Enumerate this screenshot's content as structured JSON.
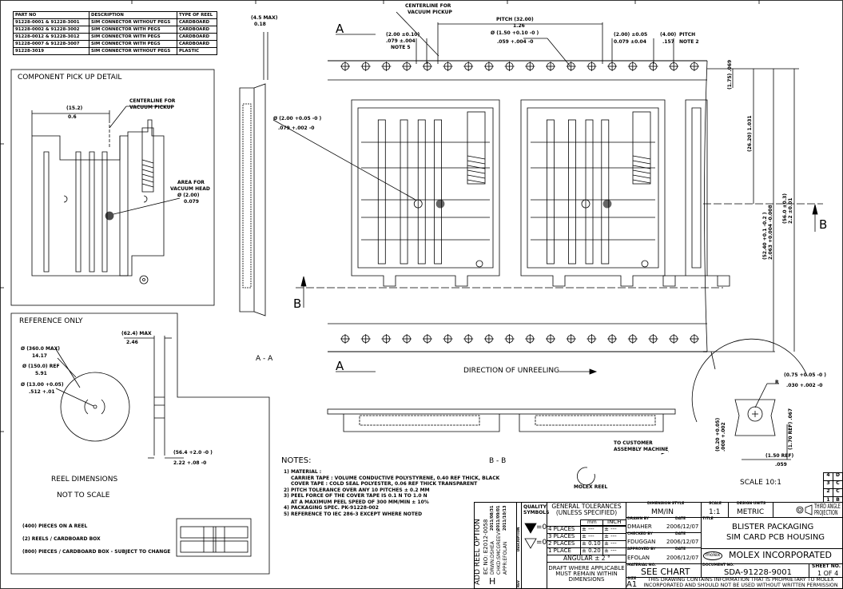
{
  "parts_table": {
    "headers": [
      "PART NO",
      "DESCRIPTION",
      "TYPE OF REEL"
    ],
    "rows": [
      [
        "91228-0001 & 91228-3001",
        "SIM CONNECTOR WITHOUT PEGS",
        "CARDBOARD"
      ],
      [
        "91228-0002 & 91228-3002",
        "SIM CONNECTOR WITH PEGS",
        "CARDBOARD"
      ],
      [
        "91228-0012 & 91228-3012",
        "SIM CONNECTOR WITH PEGS",
        "CARDBOARD"
      ],
      [
        "91228-0007 & 91228-3007",
        "SIM CONNECTOR WITH PEGS",
        "CARDBOARD"
      ],
      [
        "91228-3019",
        "SIM CONNECTOR WITHOUT PEGS",
        "PLASTIC"
      ]
    ]
  },
  "pickup_detail": {
    "title": "COMPONENT PICK UP DETAIL",
    "width_mm": "(15.2)",
    "width_in": "0.6",
    "centerline_1": "CENTERLINE FOR",
    "centerline_2": "VACUUM PICKUP",
    "area_1": "AREA FOR",
    "area_2": "VACUUM HEAD",
    "area_mm": "Ø (2.00)",
    "area_in": "0.079"
  },
  "reel": {
    "title": "REFERENCE ONLY",
    "d1_mm": "Ø (360.0 MAX)",
    "d1_in": "14.17",
    "d2_mm": "Ø (150.0) REF",
    "d2_in": "5.91",
    "d3_mm": "Ø (13.00 +0.05)",
    "d3_in": ".512 +.01",
    "w1_mm": "(62.4) MAX",
    "w1_in": "2.46",
    "w2_mm": "(56.4 +2.0 -0 )",
    "w2_in": "2.22 +.08 -0",
    "label_1": "REEL DIMENSIONS",
    "label_2": "NOT TO SCALE",
    "qty_1": "(400) PIECES ON A REEL",
    "qty_2": "(2) REELS / CARDBOARD BOX",
    "qty_3": "(800) PIECES / CARDBOARD BOX - SUBJECT TO CHANGE"
  },
  "main_view": {
    "centerline_1": "CENTERLINE FOR",
    "centerline_2": "VACUUM PICKUP",
    "pitch": "PITCH (32.00)",
    "pitch_in": "1.26",
    "hole_mm": "Ø (1.50 +0.10 -0 )",
    "hole_in": ".059 +.004 -0",
    "dim_left_mm": "(2.00 ±0.10)",
    "dim_left_in": ".079 ±.004",
    "dim_left_note": "NOTE 5",
    "dim_r1_mm": "(2.00) ±0.05",
    "dim_r1_in": "0.079 ±0.04",
    "dim_r2_mm": "(4.00)",
    "dim_r2_in": ".157",
    "dim_r2_label": "PITCH",
    "dim_r2_note": "NOTE 2",
    "side_max_mm": "(4.5 MAX)",
    "side_max_in": "0.18",
    "pocket_hole_mm": "Ø (2.00 +0.05 -0 )",
    "pocket_hole_in": ".079 +.002 -0",
    "v1_mm": "(1.75)",
    "v1_in": ".069",
    "v2_mm": "(26.20)",
    "v2_in": "1.031",
    "v3_mm": "(52.40 +0.1 -0.2 )",
    "v3_in": "2.063 +0.004 -0.008",
    "v4_mm": "(56.0 ±0.3)",
    "v4_in": "2.2 ±0.01",
    "section_a": "A",
    "section_b": "B",
    "view_aa": "A - A",
    "view_bb": "B - B",
    "direction": "DIRECTION OF UNREELING",
    "to_customer_1": "TO CUSTOMER",
    "to_customer_2": "ASSEMBLY MACHINE",
    "molex_reel": "MOLEX REEL"
  },
  "detail": {
    "radius_label": "R",
    "radius_mm": "(0.75 +0.05 -0 )",
    "radius_in": ".030 +.002 -0",
    "h_mm": "(0.20 +0.05)",
    "h_in": ".008 +.002",
    "ref_h_mm": "(1.70 REF)",
    "ref_h_in": ".067",
    "ref_w_mm": "(1.50 REF)",
    "ref_w_in": ".059",
    "scale": "SCALE 10:1"
  },
  "notes": {
    "title": "NOTES:",
    "lines": [
      "1) MATERIAL :",
      "CARRIER TAPE : VOLUME CONDUCTIVE POLYSTYRENE, 0.40 REF THICK, BLACK",
      "COVER TAPE   : COLD SEAL POLYESTER, 0.06 REF THICK TRANSPARENT",
      "2) PITCH TOLERANCE OVER ANY 10 PITCHES ± 0.2 MM",
      "3) PEEL FORCE OF THE COVER TAPE IS 0.1 N TO 1.0 N",
      "AT A MAXIMUM PEEL SPEED OF 300 MM/MIN ± 10%",
      "4) PACKAGING SPEC. PK-91228-002",
      "5) REFERENCE TO IEC 286-3 EXCEPT WHERE NOTED"
    ]
  },
  "title_block": {
    "revision": {
      "description": "ADD REEL OPTION",
      "ec_no": "EC NO: E2012-0058",
      "drwn": "DRWN:DSHEA",
      "chkd": "CHKD:SMCGREEVY",
      "appr": "APPR:EFOLAN",
      "date_1": "2011/08/31",
      "date_2": "2011/09/01",
      "date_3": "2011/10/13",
      "rev": "H",
      "description_label": "DESCRIPTION",
      "rev_label": "REV"
    },
    "quality_label": "QUALITY SYMBOLS",
    "quality_1": "=0",
    "quality_2": "=0",
    "tolerances_title": "GENERAL TOLERANCES (UNLESS SPECIFIED)",
    "tol_headers": [
      "mm",
      "INCH"
    ],
    "tol_rows": [
      [
        "4 PLACES",
        "± ---",
        "± ---"
      ],
      [
        "3 PLACES",
        "± ---",
        "± ---"
      ],
      [
        "2 PLACES",
        "± 0.10",
        "± ---"
      ],
      [
        "1 PLACE",
        "± 0.20",
        "± ---"
      ]
    ],
    "angular": "ANGULAR ± 2 °",
    "draft": "DRAFT WHERE APPLICABLE MUST REMAIN WITHIN DIMENSIONS",
    "dimension_style_label": "DIMENSION STYLE",
    "dimension_style": "MM/IN",
    "scale_label": "SCALE",
    "scale": "1:1",
    "design_units_label": "DESIGN UNITS",
    "design_units": "METRIC",
    "projection": "THIRD ANGLE PROJECTION",
    "drawn_by_label": "DRAWN BY",
    "drawn_by": "DMAHER",
    "drawn_date": "2006/12/07",
    "checked_by_label": "CHECKED BY",
    "checked_by": "FDUGGAN",
    "checked_date": "2006/12/07",
    "approved_by_label": "APPROVED BY",
    "approved_by": "EFOLAN",
    "approved_date": "2006/12/07",
    "date_label": "DATE",
    "title_label": "TITLE",
    "title_1": "BLISTER PACKAGING",
    "title_2": "SIM CARD PCB HOUSING",
    "logo": "molex",
    "company": "MOLEX INCORPORATED",
    "material_label": "MATERIAL NO.",
    "material": "SEE CHART",
    "document_label": "DOCUMENT NO.",
    "document": "SDA-91228-9001",
    "sheet_label": "SHEET NO.",
    "sheet": "1 OF 4",
    "size_label": "SIZE",
    "size": "A1",
    "proprietary": "THIS DRAWING CONTAINS INFORMATION THAT IS PROPRIETARY TO MOLEX INCORPORATED AND SHOULD NOT BE USED WITHOUT WRITTEN PERMISSION"
  },
  "zones": [
    [
      "4",
      "D"
    ],
    [
      "3",
      "C"
    ],
    [
      "2",
      "C"
    ],
    [
      "1",
      "B"
    ]
  ]
}
